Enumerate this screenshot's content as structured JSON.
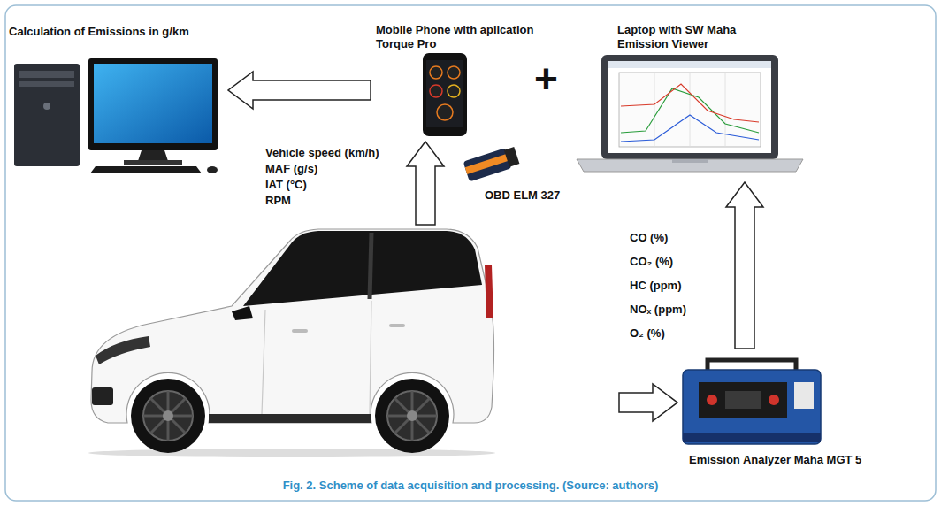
{
  "diagram": {
    "caption": "Fig. 2. Scheme of data acquisition and processing. (Source: authors)",
    "nodes": [
      {
        "text": [
          "Calculation of Emissions in g/km"
        ]
      },
      {
        "text": [
          "Mobile Phone with aplication Torque Pro"
        ]
      },
      {
        "text": [
          "Laptop with SW Maha Emission Viewer"
        ]
      },
      {
        "text": [
          "OBD ELM 327"
        ]
      },
      {
        "text": [
          "Emission Analyzer Maha MGT 5"
        ]
      }
    ],
    "edges": [
      {
        "from": 1,
        "to": 0,
        "arrow": "to"
      },
      {
        "from": 4,
        "to": 2,
        "arrow": "to"
      }
    ],
    "labels": [
      "+",
      "Vehicle speed (km/h)",
      "MAF (g/s)",
      "IAT (°C)",
      "RPM",
      "CO (%)",
      "CO₂ (%)",
      "HC (ppm)",
      "NOₓ (ppm)",
      "O₂ (%)"
    ]
  }
}
